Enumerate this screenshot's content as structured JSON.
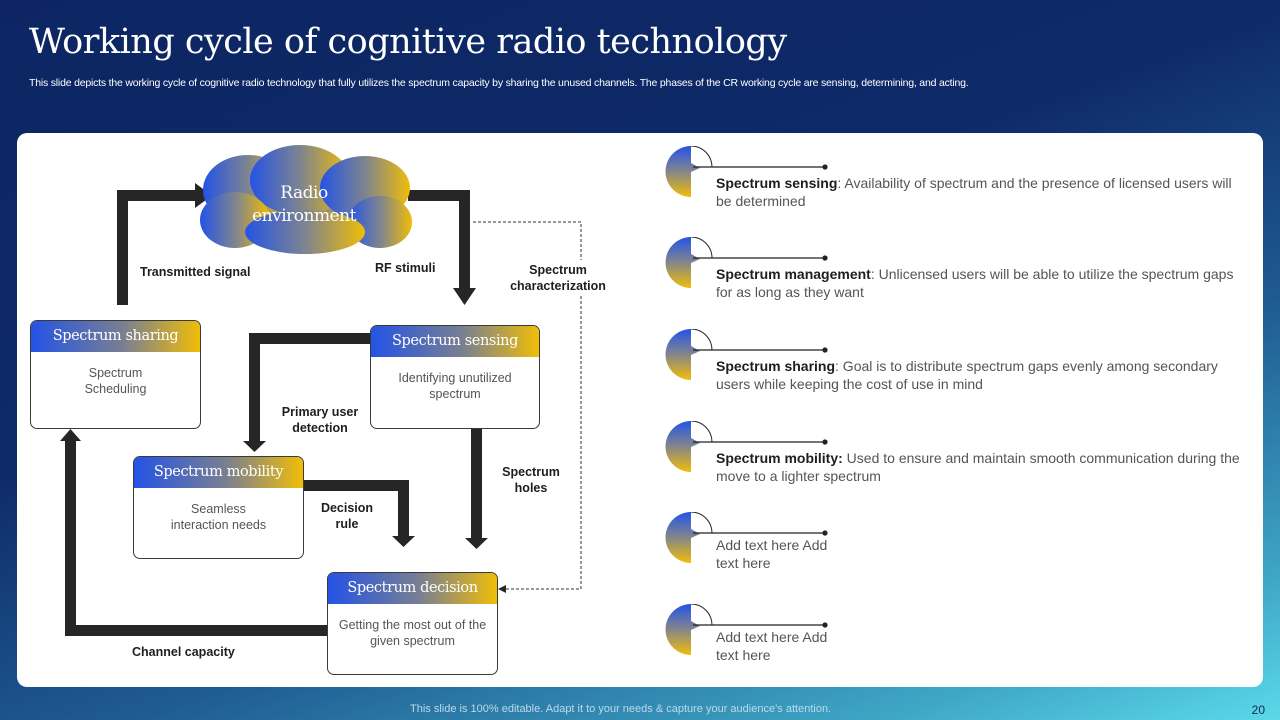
{
  "slide": {
    "title": "Working cycle of cognitive radio technology",
    "subtitle": "This slide depicts the working cycle of cognitive radio technology that fully utilizes the spectrum capacity by sharing the unused channels. The phases of the CR working cycle are sensing, determining, and acting.",
    "footer_note": "This slide is 100% editable. Adapt it to your needs & capture your audience’s attention.",
    "page_number": "20"
  },
  "colors": {
    "gradient_start": "#2453e6",
    "gradient_end": "#f0bd08",
    "arrow": "#262626"
  },
  "diagram": {
    "cloud": {
      "line1": "Radio",
      "line2": "environment"
    },
    "nodes": {
      "sharing": {
        "title": "Spectrum sharing",
        "body": "Spectrum Scheduling"
      },
      "sensing": {
        "title": "Spectrum sensing",
        "body": "Identifying unutilized spectrum"
      },
      "mobility": {
        "title": "Spectrum mobility",
        "body": "Seamless interaction needs"
      },
      "decision": {
        "title": "Spectrum decision",
        "body": "Getting the most out of the given spectrum"
      }
    },
    "labels": {
      "transmitted_signal": "Transmitted signal",
      "rf_stimuli": "RF stimuli",
      "spectrum_characterization_1": "Spectrum",
      "spectrum_characterization_2": "characterization",
      "primary_user_detection_1": "Primary user",
      "primary_user_detection_2": "detection",
      "spectrum_holes_1": "Spectrum",
      "spectrum_holes_2": "holes",
      "decision_rule_1": "Decision",
      "decision_rule_2": "rule",
      "channel_capacity": "Channel capacity"
    }
  },
  "descriptions": [
    {
      "term": "Spectrum sensing",
      "sep": ":",
      "text": " Availability of spectrum and the presence of licensed users will be determined"
    },
    {
      "term": "Spectrum management",
      "sep": ":",
      "text": " Unlicensed users will be able to utilize the spectrum gaps for as long as they want"
    },
    {
      "term": "Spectrum sharing",
      "sep": ":",
      "text": " Goal is to distribute spectrum gaps evenly among secondary users while keeping the cost of use in mind"
    },
    {
      "term": "Spectrum mobility:",
      "sep": "",
      "text": " Used to ensure and maintain smooth communication during the move to a lighter spectrum"
    },
    {
      "term": "",
      "sep": "",
      "text": "Add text here Add text here"
    },
    {
      "term": "",
      "sep": "",
      "text": "Add text here Add text here"
    }
  ]
}
